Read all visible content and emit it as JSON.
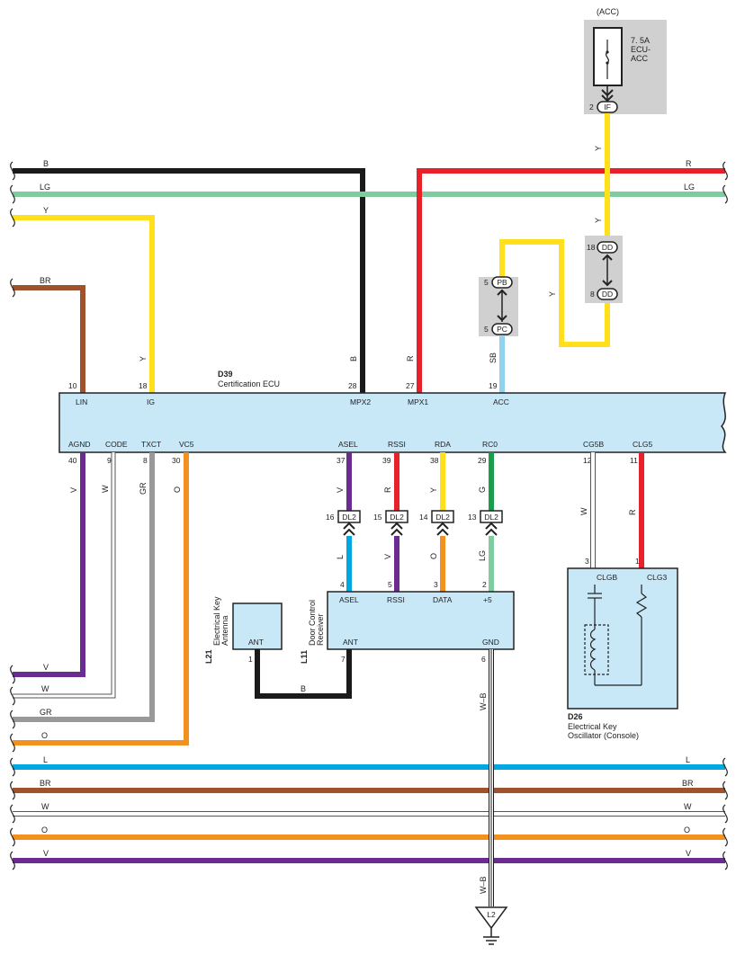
{
  "colors": {
    "B": "#1a1a1a",
    "LG": "#7fcca0",
    "Y": "#ffe01a",
    "R": "#e8202a",
    "BR": "#a0522d",
    "SB": "#8fd3f0",
    "V": "#6a2c91",
    "W": "#ffffff",
    "GR": "#999999",
    "O": "#f29020",
    "G": "#1a9e4a",
    "L": "#00a7e1",
    "ecu_fill": "#c8e8f8",
    "connector_fill": "#d0d0d0"
  },
  "fuse": {
    "header": "(ACC)",
    "name": [
      "7. 5A",
      "ECU-",
      "ACC"
    ],
    "connector_label": "IF",
    "connector_pin": "2"
  },
  "junctions": {
    "dd": {
      "label": "DD",
      "pins": [
        "18",
        "8"
      ]
    },
    "pb": {
      "label": "PB",
      "pin": "5"
    },
    "pc": {
      "label": "PC",
      "pin": "5"
    }
  },
  "wire_labels": {
    "b_top": "B",
    "lg_top": "LG",
    "y_top": "Y",
    "br_top": "BR",
    "r_right": "R",
    "lg_right": "LG",
    "y_fuse": "Y",
    "y_dd": "Y",
    "y_pc": "Y",
    "y_ig": "Y",
    "b_mpx2": "B",
    "r_mpx1": "R",
    "sb_acc": "SB",
    "v_agnd": "V",
    "w_code": "W",
    "gr_txct": "GR",
    "o_vc5": "O",
    "v_asel": "V",
    "r_rssi": "R",
    "y_rda": "Y",
    "g_rc0": "G",
    "w_cg5b": "W",
    "r_clg5": "R",
    "l_asel": "L",
    "v_rssi": "V",
    "o_data": "O",
    "lg_5v": "LG",
    "b_ant": "B",
    "wb_gnd1": "W–B",
    "wb_gnd2": "W–B",
    "v_left": "V",
    "w_left": "W",
    "gr_left": "GR",
    "o_left": "O"
  },
  "bottom_buses": [
    {
      "label": "L",
      "color": "L"
    },
    {
      "label": "BR",
      "color": "BR"
    },
    {
      "label": "W",
      "color": "W"
    },
    {
      "label": "O",
      "color": "O"
    },
    {
      "label": "V",
      "color": "V"
    }
  ],
  "ecu": {
    "code": "D39",
    "name": "Certification ECU",
    "top_pins": [
      {
        "num": "10",
        "name": "LIN"
      },
      {
        "num": "18",
        "name": "IG"
      },
      {
        "num": "28",
        "name": "MPX2"
      },
      {
        "num": "27",
        "name": "MPX1"
      },
      {
        "num": "19",
        "name": "ACC"
      }
    ],
    "bottom_pins": [
      {
        "num": "40",
        "name": "AGND"
      },
      {
        "num": "9",
        "name": "CODE"
      },
      {
        "num": "8",
        "name": "TXCT"
      },
      {
        "num": "30",
        "name": "VC5"
      },
      {
        "num": "37",
        "name": "ASEL"
      },
      {
        "num": "39",
        "name": "RSSI"
      },
      {
        "num": "38",
        "name": "RDA"
      },
      {
        "num": "29",
        "name": "RC0"
      },
      {
        "num": "12",
        "name": "CG5B"
      },
      {
        "num": "11",
        "name": "CLG5"
      }
    ]
  },
  "dl2_connectors": [
    {
      "pin": "16",
      "label": "DL2"
    },
    {
      "pin": "15",
      "label": "DL2"
    },
    {
      "pin": "14",
      "label": "DL2"
    },
    {
      "pin": "13",
      "label": "DL2"
    }
  ],
  "receiver": {
    "code": "L11",
    "name": [
      "Door Control",
      "Receiver"
    ],
    "top_pins": [
      {
        "num": "4",
        "name": "ASEL"
      },
      {
        "num": "5",
        "name": "RSSI"
      },
      {
        "num": "3",
        "name": "DATA"
      },
      {
        "num": "2",
        "name": "+5"
      }
    ],
    "bottom_pins": [
      {
        "num": "7",
        "name": "ANT"
      },
      {
        "num": "6",
        "name": "GND"
      }
    ]
  },
  "antenna": {
    "code": "L21",
    "name": [
      "Electrical Key",
      "Antenna"
    ],
    "pin": {
      "num": "1",
      "name": "ANT"
    }
  },
  "oscillator": {
    "code": "D26",
    "name": [
      "Electrical Key",
      "Oscillator (Console)"
    ],
    "pins": [
      {
        "num": "3",
        "name": "CLGB"
      },
      {
        "num": "1",
        "name": "CLG3"
      }
    ]
  },
  "ground": {
    "label": "L2"
  }
}
